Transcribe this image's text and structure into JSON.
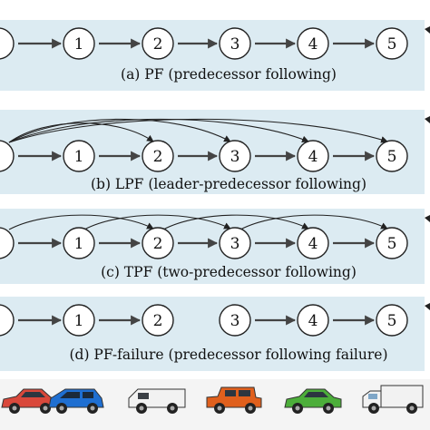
{
  "panels": [
    {
      "id": "pf",
      "caption": "(a) PF (predecessor following)",
      "nodes": [
        "",
        "1",
        "2",
        "3",
        "4",
        "5"
      ],
      "straight_edges": [
        [
          0,
          1
        ],
        [
          1,
          2
        ],
        [
          2,
          3
        ],
        [
          3,
          4
        ],
        [
          4,
          5
        ]
      ],
      "curved_edges": []
    },
    {
      "id": "lpf",
      "caption": "(b) LPF (leader-predecessor following)",
      "nodes": [
        "",
        "1",
        "2",
        "3",
        "4",
        "5"
      ],
      "straight_edges": [
        [
          0,
          1
        ],
        [
          1,
          2
        ],
        [
          2,
          3
        ],
        [
          3,
          4
        ],
        [
          4,
          5
        ]
      ],
      "curved_edges": [
        [
          0,
          2
        ],
        [
          0,
          3
        ],
        [
          0,
          4
        ],
        [
          0,
          5
        ]
      ]
    },
    {
      "id": "tpf",
      "caption": "(c) TPF (two-predecessor following)",
      "nodes": [
        "",
        "1",
        "2",
        "3",
        "4",
        "5"
      ],
      "straight_edges": [
        [
          0,
          1
        ],
        [
          1,
          2
        ],
        [
          2,
          3
        ],
        [
          3,
          4
        ],
        [
          4,
          5
        ]
      ],
      "curved_edges": [
        [
          0,
          2
        ],
        [
          1,
          3
        ],
        [
          2,
          4
        ],
        [
          3,
          5
        ]
      ]
    },
    {
      "id": "pf-failure",
      "caption": "(d) PF-failure (predecessor following failure)",
      "nodes": [
        "",
        "1",
        "2",
        "3",
        "4",
        "5"
      ],
      "straight_edges": [
        [
          0,
          1
        ],
        [
          1,
          2
        ],
        [
          3,
          4
        ],
        [
          4,
          5
        ]
      ],
      "curved_edges": []
    }
  ],
  "vehicles": [
    {
      "kind": "car-icon",
      "color": "#d9483b"
    },
    {
      "kind": "suv-icon",
      "color": "#1f6fd1"
    },
    {
      "kind": "van-icon",
      "color": "#f2f2f2"
    },
    {
      "kind": "jeep-icon",
      "color": "#e0601d"
    },
    {
      "kind": "sedan-icon",
      "color": "#4cae3a"
    },
    {
      "kind": "truck-icon",
      "color": "#f2f2f2"
    }
  ],
  "colors": {
    "panel_background": "#dcebf2",
    "arrow": "#444444"
  }
}
